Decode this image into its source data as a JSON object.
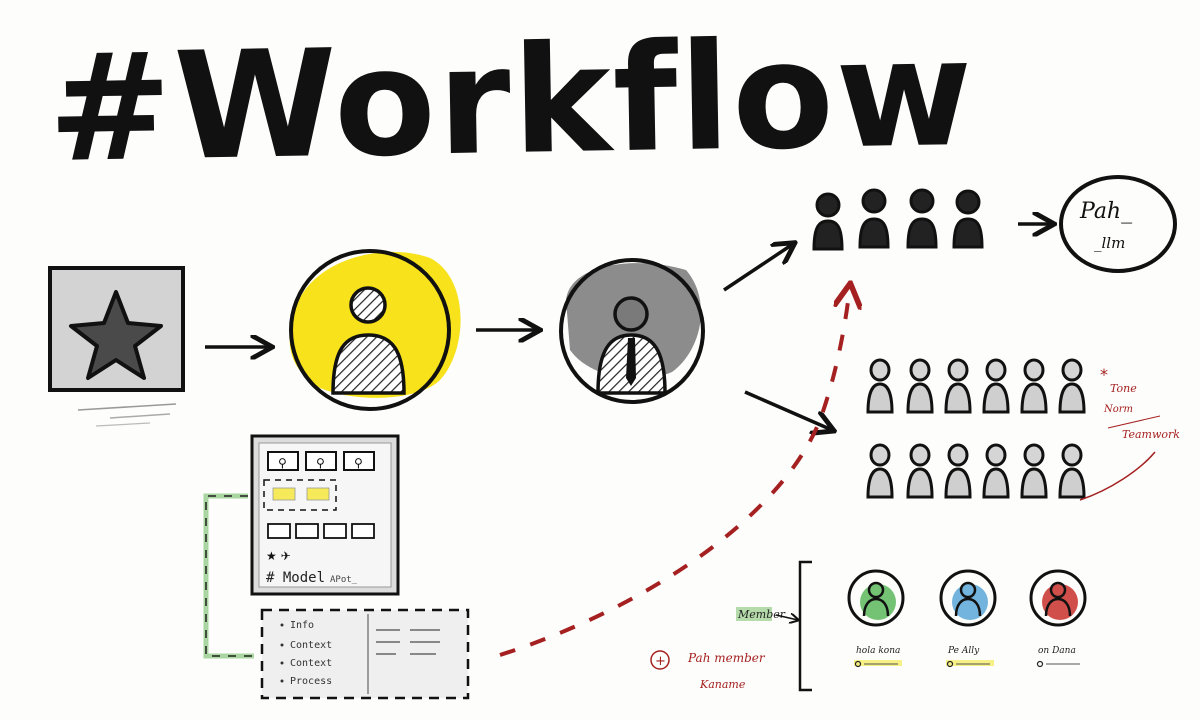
{
  "title": "#Workflow",
  "model_label": "# Model",
  "model_sub": "APot_",
  "doc_items": [
    "Info",
    "Context",
    "Context",
    "Process"
  ],
  "sig_top": "Pah_",
  "sig_bottom": "_llm",
  "notes_right": [
    "Tone",
    "Norm",
    "Teamwork"
  ],
  "member_note": "Member",
  "add_member_note": "Pah member",
  "add_member_sub": "Kaname",
  "member_names": [
    "hola kona",
    "Pe Ally",
    "on Dana"
  ],
  "colors": {
    "ink": "#111111",
    "yellow": "#f7e21b",
    "grey": "#8c8c8c",
    "red_ink": "#a52121",
    "green_line": "#a9d6a0",
    "card_green": "#5cb85c",
    "card_blue": "#5aa7d8",
    "card_red": "#c9302c",
    "highlight_yellow": "#f6ee7a"
  }
}
